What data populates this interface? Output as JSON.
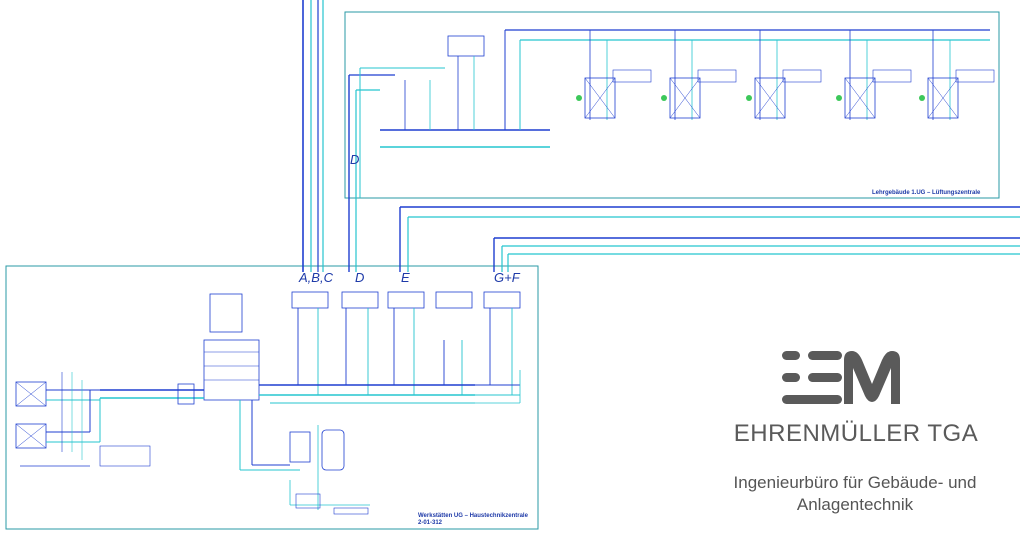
{
  "colors": {
    "pipe_blue": "#1f3fd0",
    "pipe_cyan": "#25c5cf",
    "frame": "#2a9aa6",
    "text": "#1e3aa8",
    "brand_gray": "#5a5a5a"
  },
  "branding": {
    "company": "EHRENMÜLLER TGA",
    "tagline_line1": "Ingenieurbüro für Gebäude- und",
    "tagline_line2": "Anlagentechnik"
  },
  "labels": {
    "abc": "A,B,C",
    "d_bottom": "D",
    "d_top": "D",
    "e": "E",
    "gf": "G+F"
  },
  "frames": {
    "upper_title": "Lehrgebäude 1.UG – Lüftungszentrale",
    "lower_title_line1": "Werkstätten UG – Haustechnikzentrale",
    "lower_title_line2": "2-01-312"
  }
}
